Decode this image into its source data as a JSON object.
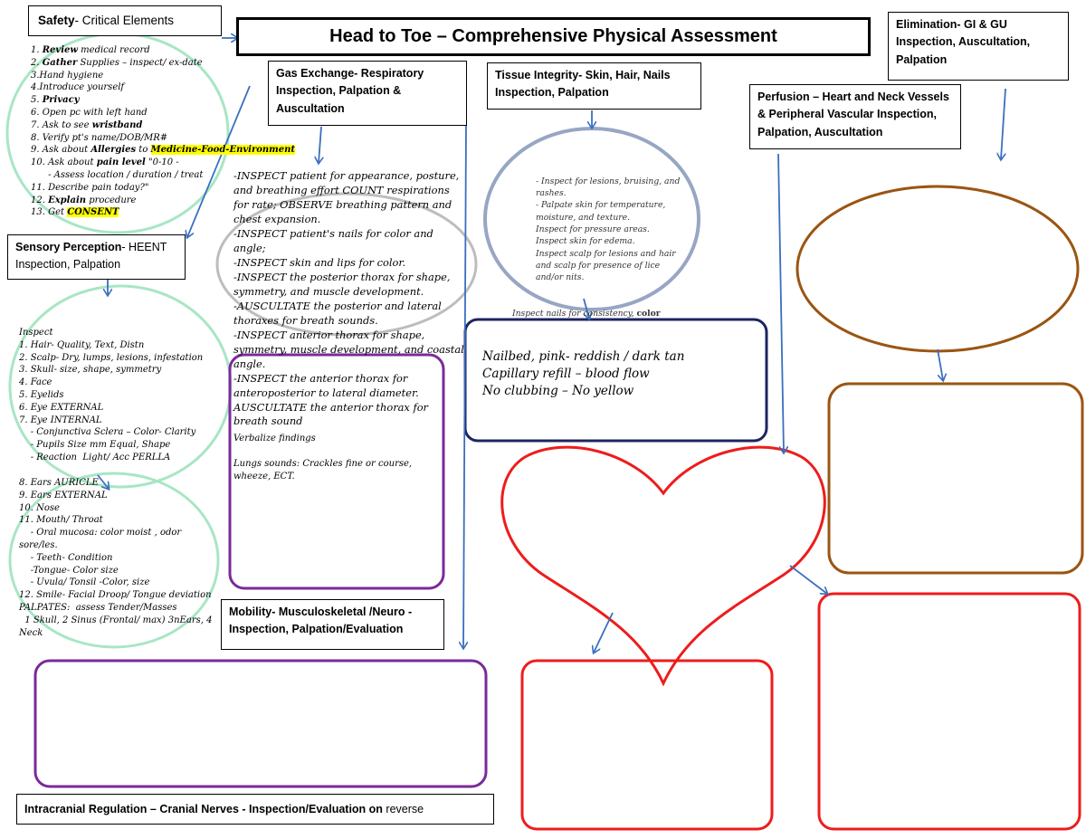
{
  "title": "Head to Toe – Comprehensive Physical Assessment",
  "colors": {
    "green": "#a8e6c4",
    "gray": "#bdbdbd",
    "steel": "#98a6c4",
    "purple": "#7a2a9a",
    "navy": "#1c2560",
    "red": "#ee1c1c",
    "brown": "#9a5512",
    "arrow": "#3a6fbf"
  },
  "boxes": {
    "safety": {
      "head": "Safety",
      "rest": "- Critical Elements"
    },
    "gas": "Gas Exchange- Respiratory Inspection, Palpation & Auscultation",
    "tissue": "Tissue Integrity- Skin, Hair, Nails Inspection, Palpation",
    "elimination": "Elimination- GI & GU Inspection, Auscultation, Palpation",
    "perfusion": "Perfusion – Heart and Neck Vessels & Peripheral Vascular Inspection, Palpation, Auscultation",
    "sensory": {
      "head": "Sensory Perception",
      "rest": "- HEENT Inspection, Palpation"
    },
    "mobility": "Mobility- Musculoskeletal /Neuro -Inspection, Palpation/Evaluation",
    "intracranial": {
      "head": "Intracranial Regulation – Cranial Nerves - Inspection/Evaluation on",
      "rest": " reverse"
    }
  },
  "safety_steps": [
    {
      "pre": "1. ",
      "bold": "Review",
      "post": " medical record"
    },
    {
      "pre": "2. ",
      "bold": "Gather",
      "post": " Supplies – inspect/ ex-date"
    },
    {
      "pre": "3.Hand hygiene",
      "bold": "",
      "post": ""
    },
    {
      "pre": "4.Introduce yourself",
      "bold": "",
      "post": ""
    },
    {
      "pre": "5. ",
      "bold": "Privacy",
      "post": ""
    },
    {
      "pre": "6. Open pc with left hand",
      "bold": "",
      "post": ""
    },
    {
      "pre": "7. Ask to see ",
      "bold": "wristband",
      "post": ""
    },
    {
      "pre": "8. Verify pt's name/DOB/MR#",
      "bold": "",
      "post": ""
    },
    {
      "pre": "9. Ask about ",
      "bold": "Allergies",
      "post": " to ",
      "hl": "Medicine-Food-Environment"
    },
    {
      "pre": "10. Ask about ",
      "bold": "pain level",
      "post": " \"0-10 -"
    },
    {
      "pre": "      - Assess location / duration / treat",
      "bold": "",
      "post": ""
    },
    {
      "pre": "11. Describe pain today?\"",
      "bold": "",
      "post": ""
    },
    {
      "pre": "12. ",
      "bold": "Explain",
      "post": " procedure"
    },
    {
      "pre": "13. Get ",
      "bold": "",
      "post": "",
      "hl": "CONSENT"
    }
  ],
  "heent_inspect": [
    "Inspect",
    "1. Hair- Quality, Text, Distn",
    "2. Scalp- Dry, lumps, lesions, infestation",
    "3. Skull- size, shape, symmetry",
    "4. Face",
    "5. Eyelids",
    "6. Eye EXTERNAL",
    "7. Eye INTERNAL",
    "    - Conjunctiva Sclera – Color- Clarity",
    "    - Pupils Size mm Equal, Shape",
    "    - Reaction  Light/ Acc PERLLA"
  ],
  "heent_ears": [
    "8. Ears AURICLE",
    "9. Ears EXTERNAL",
    "10. Nose",
    "11. Mouth/ Throat",
    "    - Oral mucosa: color moist , odor",
    "sore/les.",
    "    - Teeth- Condition",
    "    -Tongue- Color size",
    "    - Uvula/ Tonsil -Color, size",
    "12. Smile- Facial Droop/ Tongue deviation",
    "PALPATES:  assess Tender/Masses",
    "  1 Skull, 2 Sinus (Frontal/ max) 3nEars, 4",
    "Neck"
  ],
  "gas_steps": [
    "-INSPECT patient for appearance, posture, and breathing effort COUNT respirations for rate; OBSERVE breathing pattern and chest expansion.",
    "-INSPECT patient's nails for color and angle;",
    "-INSPECT skin and lips for color.",
    "-INSPECT the posterior thorax for shape, symmetry, and muscle development.",
    "-AUSCULTATE the posterior and lateral thoraxes for breath sounds.",
    "-INSPECT anterior thorax for shape, symmetry, muscle development, and coastal angle.",
    "-INSPECT the anterior thorax for anteroposterior to lateral diameter. AUSCULTATE the anterior thorax for breath sound"
  ],
  "gas_verbalize": "Verbalize findings",
  "gas_lungs": "Lungs sounds: Crackles fine or course, wheeze, ECT.",
  "tissue_steps": [
    "- Inspect for lesions, bruising, and",
    "rashes.",
    "- Palpate skin for temperature,",
    "moisture, and texture.",
    "Inspect for pressure areas.",
    "Inspect skin for edema.",
    "Inspect scalp for lesions and hair",
    "and scalp for presence of lice",
    "and/or nits."
  ],
  "tissue_last": {
    "pre": "Inspect nails for consistency, ",
    "bold": "color"
  },
  "nail_findings": [
    "Nailbed, pink- reddish / dark tan",
    "Capillary refill – blood flow",
    "No clubbing – No yellow"
  ]
}
